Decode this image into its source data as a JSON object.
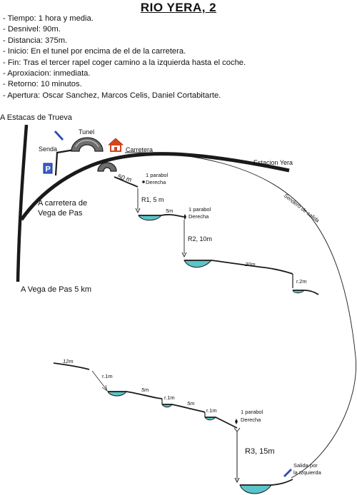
{
  "title": "RIO YERA, 2",
  "info": [
    "- Tiempo: 1 hora y media.",
    "- Desnivel: 90m.",
    "- Distancia: 375m.",
    "- Inicio: En el tunel por encima de el de la carretera.",
    "- Fin: Tras el tercer rapel coger camino a la izquierda hasta el coche.",
    "- Aproxiacion: inmediata.",
    "- Retorno: 10 minutos.",
    "- Apertura: Oscar Sanchez, Marcos Celis, Daniel Cortabitarte."
  ],
  "map": {
    "estacas": "A Estacas de Trueva",
    "tunel": "Tunel",
    "senda": "Senda",
    "parking": "P",
    "carretera": "Carretera",
    "estacion": "Estacion Yera",
    "a_carretera_1": "A carretera de",
    "a_carretera_2": "Vega de Pas",
    "vega": "A Vega de Pas 5 km",
    "sendero": "Sendero de salida"
  },
  "descent": {
    "d50": "50 m",
    "parabol1_a": "1 parabol",
    "parabol1_b": "Derecha",
    "r1": "R1, 5 m",
    "d5": "5m",
    "parabol2_a": "1 parabol",
    "parabol2_b": "Derecha",
    "r2": "R2, 10m",
    "d20": "20m",
    "r2m": "r.2m",
    "d12": "12m",
    "r1m_a": "r.1m",
    "d5b": "5m",
    "r1m_b": "r.1m",
    "d5c": "5m",
    "r1m_c": "r.1m",
    "parabol3_a": "1 parabol",
    "parabol3_b": "Derecha",
    "r3": "R3, 15m",
    "salida_a": "Salida por",
    "salida_b": "la Izquierda"
  },
  "colors": {
    "pool": "#5bc4c8",
    "parking": "#3a5fc8",
    "arrow": "#3a5fc8",
    "house": "#d8431e",
    "tunnel": "#6e6e6e"
  }
}
